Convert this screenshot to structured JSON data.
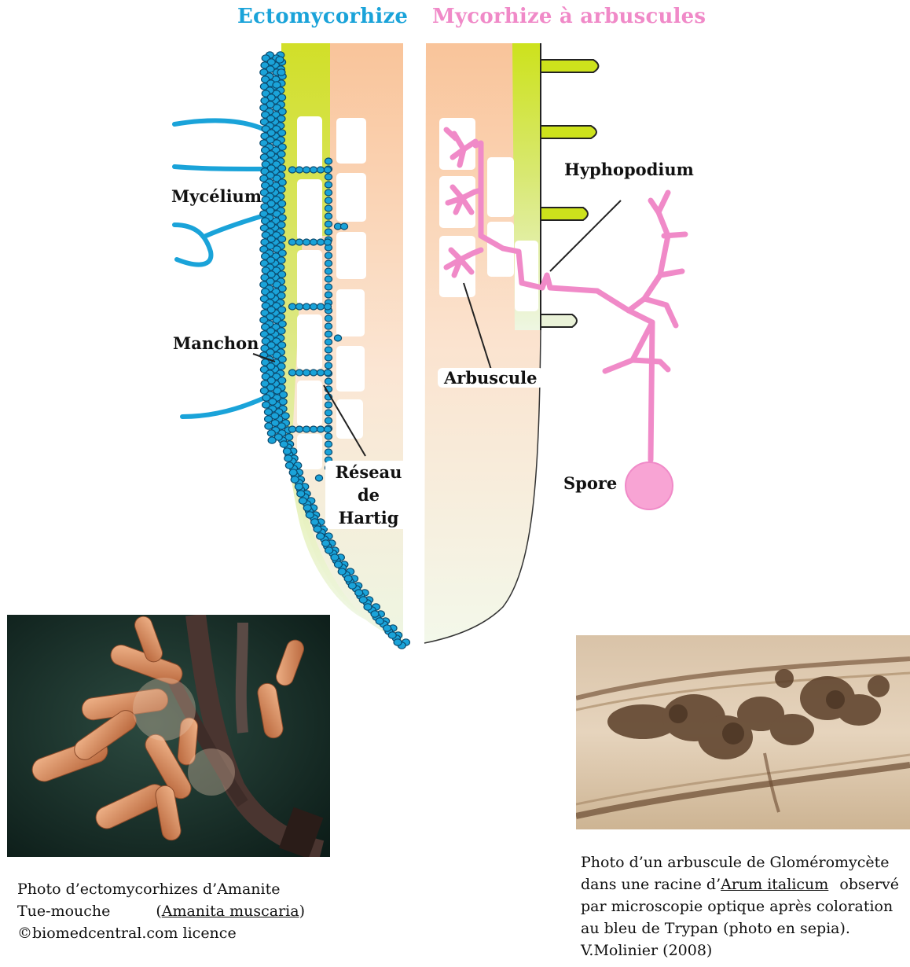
{
  "titles": {
    "ecto": "Ectomycorhize",
    "am": "Mycorhize à arbuscules"
  },
  "labels": {
    "mycelium": "Mycélium",
    "manchon": "Manchon",
    "hartig_1": "Réseau",
    "hartig_2": "de",
    "hartig_3": "Hartig",
    "hyphopodium": "Hyphopodium",
    "arbuscule": "Arbuscule",
    "spore": "Spore"
  },
  "captions": {
    "ecto": {
      "line1": "Photo d’ectomycorhizes d’Amanite",
      "line2_prefix": "Tue-mouche",
      "line2_species": "Amanita muscaria",
      "line3": "©biomedcentral.com licence"
    },
    "am": {
      "line1": "Photo d’un arbuscule de Gloméromycète",
      "line2_prefix": "dans une racine d’",
      "line2_species": "Arum italicum",
      "line2_suffix": "observé",
      "line3": "par microscopie optique après coloration",
      "line4": "au bleu de Trypan (photo en sepia).",
      "line5": "V.Molinier (2008)"
    }
  },
  "colors": {
    "ecto": "#1aa3d9",
    "am": "#f08ac8",
    "root_cortex": "#f9c9a0",
    "root_green": "#cde21c"
  }
}
